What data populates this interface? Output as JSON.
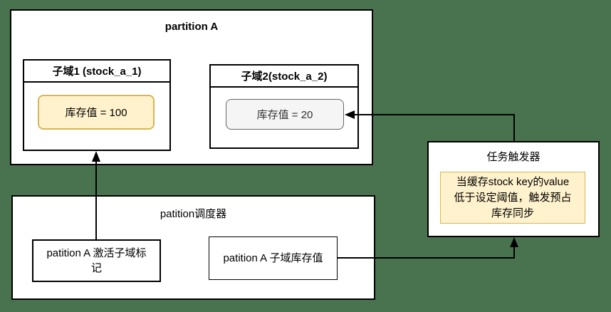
{
  "colors": {
    "background": "#49734F",
    "node_fill": "#FFFFFF",
    "node_border": "#000000",
    "highlight_fill": "#FFF2CC",
    "highlight_border": "#D6B656",
    "muted_fill": "#F5F5F5",
    "muted_border": "#666666",
    "arrow_color": "#000000"
  },
  "partition_a": {
    "title": "partition A",
    "subdomain1": {
      "title": "子域1 (stock_a_1)",
      "stock_label": "库存值 = 100"
    },
    "subdomain2": {
      "title": "子域2(stock_a_2)",
      "stock_label": "库存值 = 20"
    }
  },
  "task_trigger": {
    "title": "任务触发器",
    "note_lines": [
      "当缓存stock key的value",
      "低于设定阈值，触发预占",
      "库存同步"
    ]
  },
  "scheduler": {
    "title": "patition调度器",
    "activation_label_lines": [
      "patition A 激活子域标",
      "记"
    ],
    "stock_value_label": "patition A 子域库存值"
  }
}
